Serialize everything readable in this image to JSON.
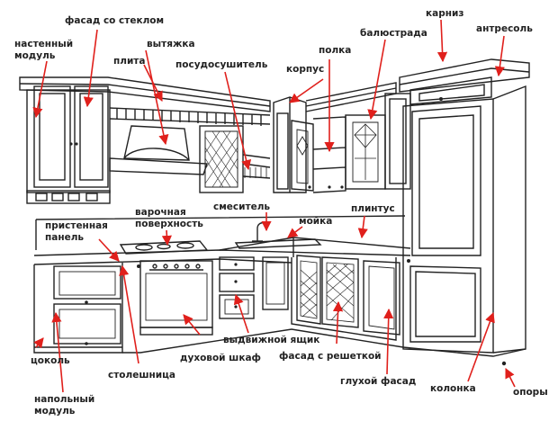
{
  "colors": {
    "ink": "#222222",
    "arrow": "#e0201c",
    "paper": "#ffffff",
    "glass": "#dcdcdc"
  },
  "labels": {
    "fasad_so_steklom": "фасад со стеклом",
    "karniz": "карниз",
    "antresol": "антресоль",
    "nastenny_line1": "настенный",
    "nastenny_line2": "модуль",
    "vytyazhka": "вытяжка",
    "balyustrada": "балюстрада",
    "plita": "плита",
    "posudosushitel": "посудосушитель",
    "polka": "полка",
    "korpus": "корпус",
    "varochnaya_line1": "варочная",
    "varochnaya_line2": "поверхность",
    "smesitel": "смеситель",
    "plintus": "плинтус",
    "pristennaya_line1": "пристенная",
    "pristennaya_line2": "панель",
    "moyka": "мойка",
    "vydvizhnoy_yashchik": "выдвижной ящик",
    "dukhovoy_shkaf": "духовой шкаф",
    "fasad_s_reshetkoy": "фасад с решеткой",
    "tsokol": "цоколь",
    "stoleshnitsa": "столешница",
    "glukhoy_fasad": "глухой фасад",
    "kolonka": "колонка",
    "opory": "опоры",
    "napolny_line1": "напольный",
    "napolny_line2": "модуль"
  }
}
